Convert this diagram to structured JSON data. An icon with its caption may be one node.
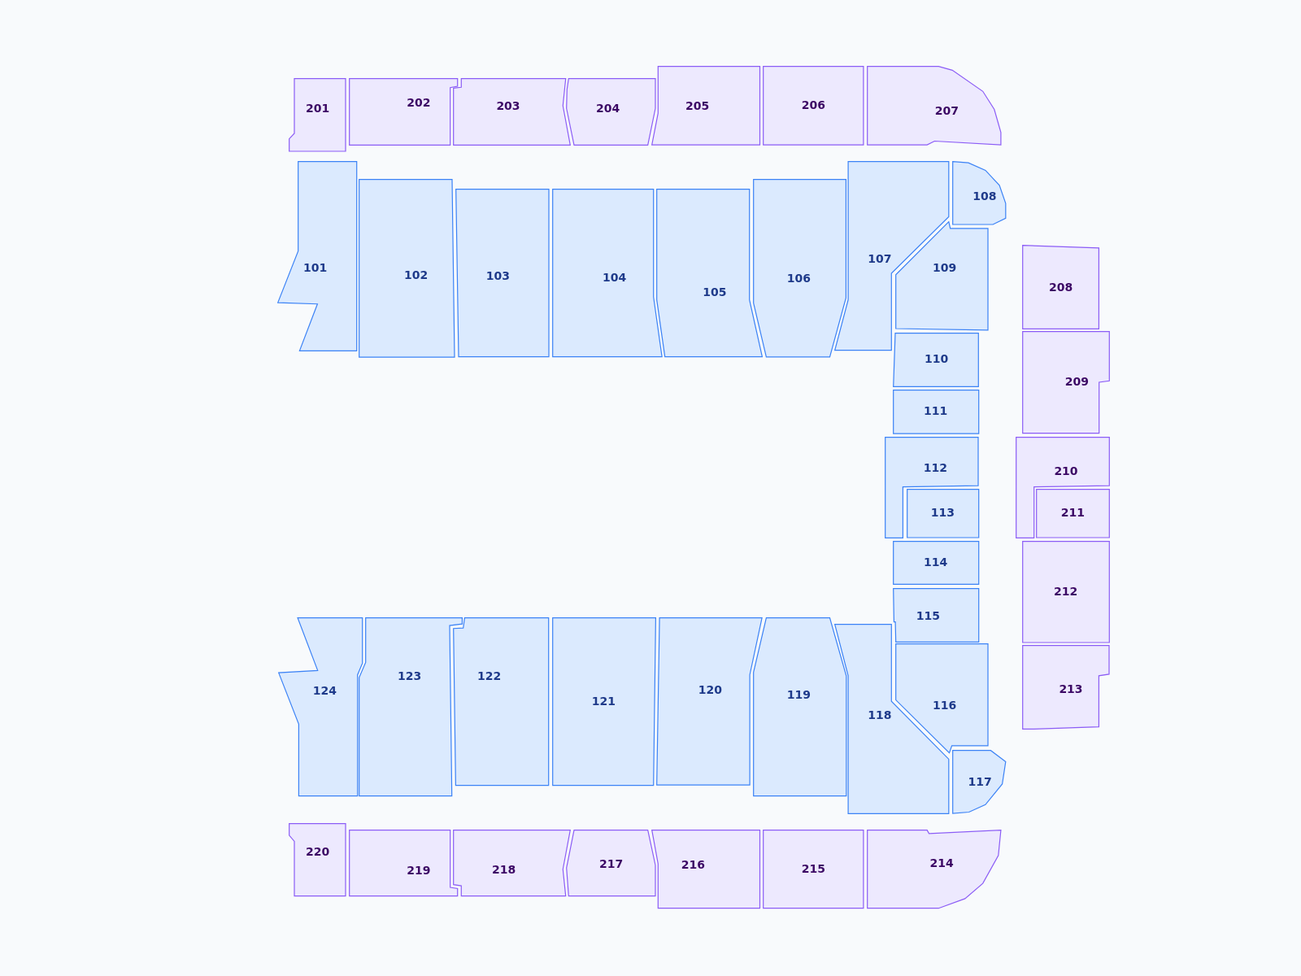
{
  "diagram": {
    "nodes": [
      {
        "text": [
          "101"
        ]
      },
      {
        "text": [
          "102"
        ]
      },
      {
        "text": [
          "103"
        ]
      },
      {
        "text": [
          "104"
        ]
      },
      {
        "text": [
          "105"
        ]
      },
      {
        "text": [
          "106"
        ]
      },
      {
        "text": [
          "107"
        ]
      },
      {
        "text": [
          "108"
        ]
      },
      {
        "text": [
          "109"
        ]
      },
      {
        "text": [
          "110"
        ]
      },
      {
        "text": [
          "111"
        ]
      },
      {
        "text": [
          "112"
        ]
      },
      {
        "text": [
          "113"
        ]
      },
      {
        "text": [
          "114"
        ]
      },
      {
        "text": [
          "115"
        ]
      },
      {
        "text": [
          "116"
        ]
      },
      {
        "text": [
          "117"
        ]
      },
      {
        "text": [
          "118"
        ]
      },
      {
        "text": [
          "119"
        ]
      },
      {
        "text": [
          "120"
        ]
      },
      {
        "text": [
          "121"
        ]
      },
      {
        "text": [
          "122"
        ]
      },
      {
        "text": [
          "123"
        ]
      },
      {
        "text": [
          "124"
        ]
      },
      {
        "text": [
          "201"
        ]
      },
      {
        "text": [
          "202"
        ]
      },
      {
        "text": [
          "203"
        ]
      },
      {
        "text": [
          "204"
        ]
      },
      {
        "text": [
          "205"
        ]
      },
      {
        "text": [
          "206"
        ]
      },
      {
        "text": [
          "207"
        ]
      },
      {
        "text": [
          "208"
        ]
      },
      {
        "text": [
          "209"
        ]
      },
      {
        "text": [
          "210"
        ]
      },
      {
        "text": [
          "211"
        ]
      },
      {
        "text": [
          "212"
        ]
      },
      {
        "text": [
          "213"
        ]
      },
      {
        "text": [
          "214"
        ]
      },
      {
        "text": [
          "215"
        ]
      },
      {
        "text": [
          "216"
        ]
      },
      {
        "text": [
          "217"
        ]
      },
      {
        "text": [
          "218"
        ]
      },
      {
        "text": [
          "219"
        ]
      },
      {
        "text": [
          "220"
        ]
      }
    ]
  }
}
